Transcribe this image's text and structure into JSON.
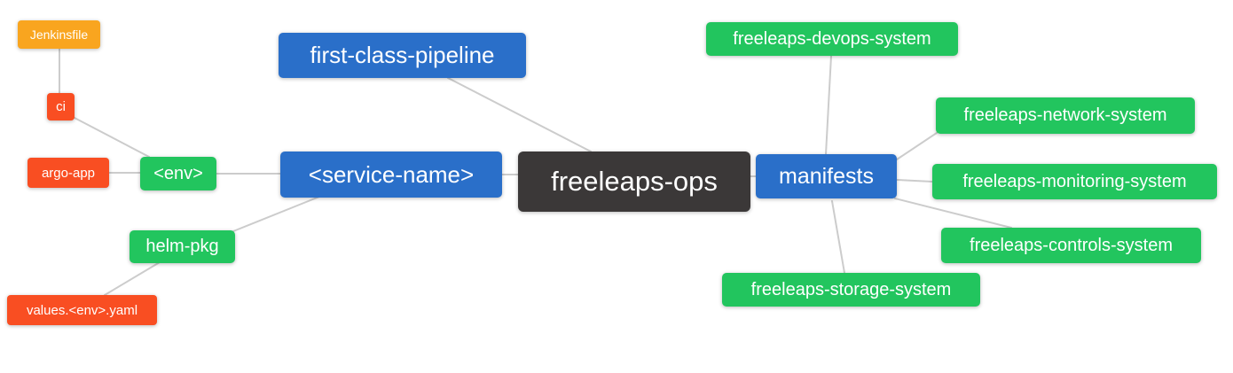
{
  "diagram": {
    "type": "mindmap",
    "root_label": "freeleaps-ops",
    "colors": {
      "root_bg": "#3b3838",
      "branch_blue_bg": "#2a6fc9",
      "leaf_green_bg": "#22c55e",
      "leaf_red_bg": "#f94e22",
      "leaf_amber_bg": "#f9a51f",
      "edge": "#cccccc",
      "text": "#ffffff",
      "canvas_bg": "#ffffff"
    },
    "nodes": {
      "freeleaps_ops": {
        "label": "freeleaps-ops",
        "color": "#3b3838"
      },
      "first_class_pipeline": {
        "label": "first-class-pipeline",
        "color": "#2a6fc9"
      },
      "service_name": {
        "label": "<service-name>",
        "color": "#2a6fc9"
      },
      "manifests": {
        "label": "manifests",
        "color": "#2a6fc9"
      },
      "env": {
        "label": "<env>",
        "color": "#22c55e"
      },
      "helm_pkg": {
        "label": "helm-pkg",
        "color": "#22c55e"
      },
      "jenkinsfile": {
        "label": "Jenkinsfile",
        "color": "#f9a51f"
      },
      "ci": {
        "label": "ci",
        "color": "#f94e22"
      },
      "argo_app": {
        "label": "argo-app",
        "color": "#f94e22"
      },
      "values_env_yaml": {
        "label": "values.<env>.yaml",
        "color": "#f94e22"
      },
      "devops_system": {
        "label": "freeleaps-devops-system",
        "color": "#22c55e"
      },
      "network_system": {
        "label": "freeleaps-network-system",
        "color": "#22c55e"
      },
      "monitoring_system": {
        "label": "freeleaps-monitoring-system",
        "color": "#22c55e"
      },
      "controls_system": {
        "label": "freeleaps-controls-system",
        "color": "#22c55e"
      },
      "storage_system": {
        "label": "freeleaps-storage-system",
        "color": "#22c55e"
      }
    },
    "edges": [
      [
        "jenkinsfile",
        "ci"
      ],
      [
        "ci",
        "env"
      ],
      [
        "argo_app",
        "env"
      ],
      [
        "env",
        "service_name"
      ],
      [
        "helm_pkg",
        "service_name"
      ],
      [
        "values_env_yaml",
        "helm_pkg"
      ],
      [
        "first_class_pipeline",
        "freeleaps_ops"
      ],
      [
        "service_name",
        "freeleaps_ops"
      ],
      [
        "freeleaps_ops",
        "manifests"
      ],
      [
        "manifests",
        "devops_system"
      ],
      [
        "manifests",
        "network_system"
      ],
      [
        "manifests",
        "monitoring_system"
      ],
      [
        "manifests",
        "controls_system"
      ],
      [
        "manifests",
        "storage_system"
      ]
    ]
  }
}
